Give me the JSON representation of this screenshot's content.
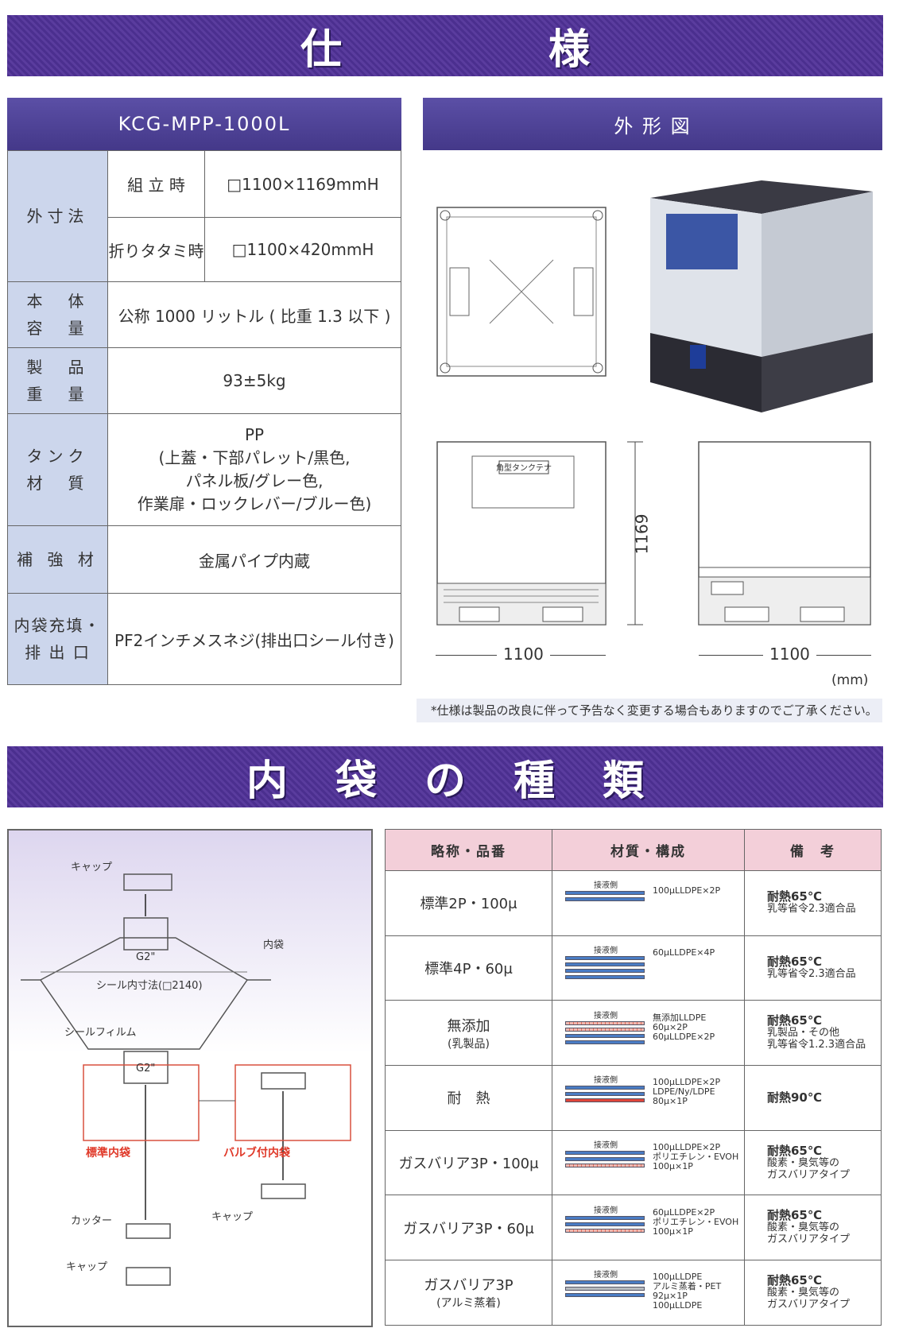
{
  "banner1": {
    "char1": "仕",
    "char2": "様"
  },
  "spec": {
    "model": "KCG-MPP-1000L",
    "rows": [
      {
        "label": "外寸法",
        "sub": [
          {
            "label": "組 立 時",
            "value": "□1100×1169mmH"
          },
          {
            "label": "折りタタミ時",
            "value": "□1100×420mmH"
          }
        ]
      },
      {
        "label1": "本　体",
        "label2": "容　量",
        "value": "公称 1000 リットル ( 比重 1.3 以下 )"
      },
      {
        "label1": "製　品",
        "label2": "重　量",
        "value": "93±5kg"
      },
      {
        "label1": "タンク",
        "label2": "材　質",
        "value_lines": [
          "PP",
          "(上蓋・下部パレット/黒色,",
          "パネル板/グレー色,",
          "作業扉・ロックレバー/ブルー色)"
        ]
      },
      {
        "label": "補 強 材",
        "value": "金属パイプ内蔵"
      },
      {
        "label1": "内袋充填・",
        "label2": "排 出 口",
        "value": "PF2インチメスネジ(排出口シール付き)"
      }
    ]
  },
  "outline": {
    "title": "外 形 図",
    "height_dim": "1169",
    "width_dim1": "1100",
    "width_dim2": "1100",
    "unit": "(mm)",
    "logo_text": "角型タンクテナ",
    "note": "*仕様は製品の改良に伴って予告なく変更する場合もありますのでご了承ください。"
  },
  "banner2": {
    "chars": [
      "内",
      "袋",
      "の",
      "種",
      "類"
    ]
  },
  "diagram": {
    "cap_top": "キャップ",
    "inner_bag": "内袋",
    "g2_top": "G2\"",
    "seal_dim": "シール内寸法(□2140)",
    "seal_film": "シールフィルム",
    "g2_bottom": "G2\"",
    "standard": "標準内袋",
    "valve": "バルブ付内袋",
    "cutter": "カッター",
    "cap_bottom": "キャップ",
    "cap_valve": "キャップ"
  },
  "bags": {
    "headers": [
      "略称・品番",
      "材質・構成",
      "備　考"
    ],
    "contact_side": "接液側",
    "colors": {
      "blue": "#4a7cc4",
      "red": "#e0453a",
      "gray": "#b8bcc0",
      "pink": "#f0b8b0"
    },
    "rows": [
      {
        "name": "標準2P・100μ",
        "layers": [
          "blue",
          "blue"
        ],
        "specs": [
          "100μLLDPE×2P"
        ],
        "note_main": "耐熱65℃",
        "note_sub": [
          "乳等省令2.3適合品"
        ]
      },
      {
        "name": "標準4P・60μ",
        "layers": [
          "blue",
          "blue",
          "blue",
          "blue"
        ],
        "specs": [
          "60μLLDPE×4P"
        ],
        "note_main": "耐熱65℃",
        "note_sub": [
          "乳等省令2.3適合品"
        ]
      },
      {
        "name": "無添加",
        "name_sub": "(乳製品)",
        "layers": [
          "pink",
          "pink",
          "blue",
          "blue"
        ],
        "specs": [
          "無添加LLDPE",
          "60μ×2P",
          "60μLLDPE×2P"
        ],
        "note_main": "耐熱65℃",
        "note_sub": [
          "乳製品・その他",
          "乳等省令1.2.3適合品"
        ]
      },
      {
        "name": "耐　熱",
        "layers": [
          "blue",
          "blue",
          "red"
        ],
        "specs": [
          "100μLLDPE×2P",
          "LDPE/Ny/LDPE",
          "80μ×1P"
        ],
        "note_main": "耐熱90℃",
        "note_sub": []
      },
      {
        "name": "ガスバリア3P・100μ",
        "layers": [
          "blue",
          "blue",
          "pink"
        ],
        "specs": [
          "100μLLDPE×2P",
          "ポリエチレン・EVOH",
          "100μ×1P"
        ],
        "note_main": "耐熱65℃",
        "note_sub": [
          "酸素・臭気等の",
          "ガスバリアタイプ"
        ]
      },
      {
        "name": "ガスバリア3P・60μ",
        "layers": [
          "blue",
          "blue",
          "pink"
        ],
        "specs": [
          "60μLLDPE×2P",
          "ポリエチレン・EVOH",
          "100μ×1P"
        ],
        "note_main": "耐熱65℃",
        "note_sub": [
          "酸素・臭気等の",
          "ガスバリアタイプ"
        ]
      },
      {
        "name": "ガスバリア3P",
        "name_sub": "(アルミ蒸着)",
        "layers": [
          "blue",
          "gray",
          "blue"
        ],
        "specs": [
          "100μLLDPE",
          "アルミ蒸着・PET",
          "92μ×1P",
          "100μLLDPE"
        ],
        "note_main": "耐熱65℃",
        "note_sub": [
          "酸素・臭気等の",
          "ガスバリアタイプ"
        ]
      }
    ]
  }
}
